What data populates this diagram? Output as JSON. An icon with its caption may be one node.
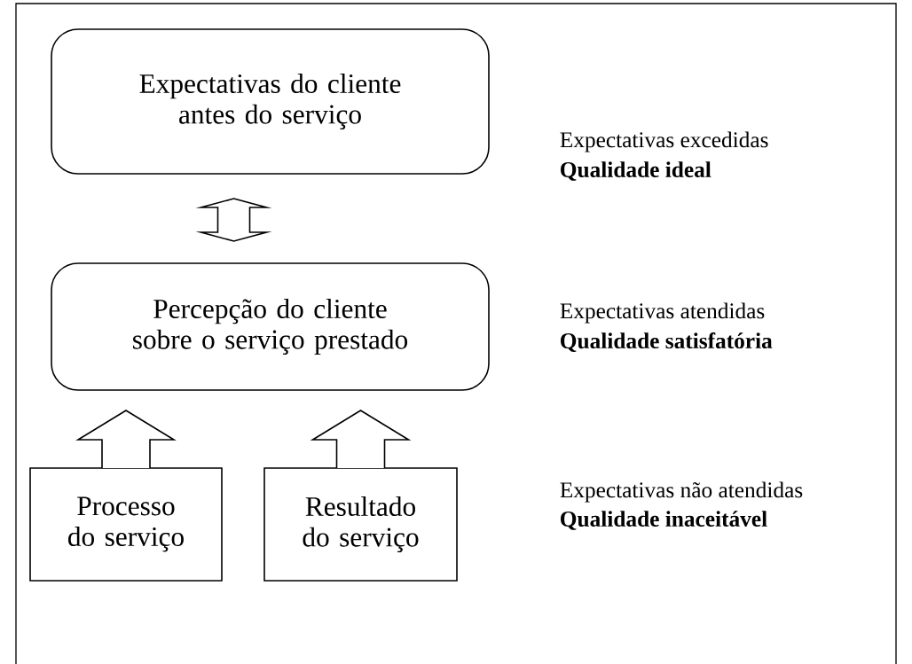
{
  "diagram": {
    "nodes": [
      {
        "text": [
          "Expectativas do cliente antes do serviço"
        ]
      },
      {
        "text": [
          "Percepção do cliente sobre o serviço prestado"
        ]
      },
      {
        "text": [
          "Processo do serviço"
        ]
      },
      {
        "text": [
          "Resultado do serviço"
        ]
      }
    ],
    "edges": [
      {
        "from": 0,
        "to": 1,
        "arrow": "both"
      },
      {
        "from": 2,
        "to": 1,
        "arrow": "to"
      },
      {
        "from": 3,
        "to": 1,
        "arrow": "to"
      }
    ],
    "labels": [
      "Expectativas excedidas",
      "Qualidade ideal",
      "Expectativas atendidas",
      "Qualidade satisfatória",
      "Expectativas não atendidas",
      "Qualidade inaceitável"
    ]
  }
}
